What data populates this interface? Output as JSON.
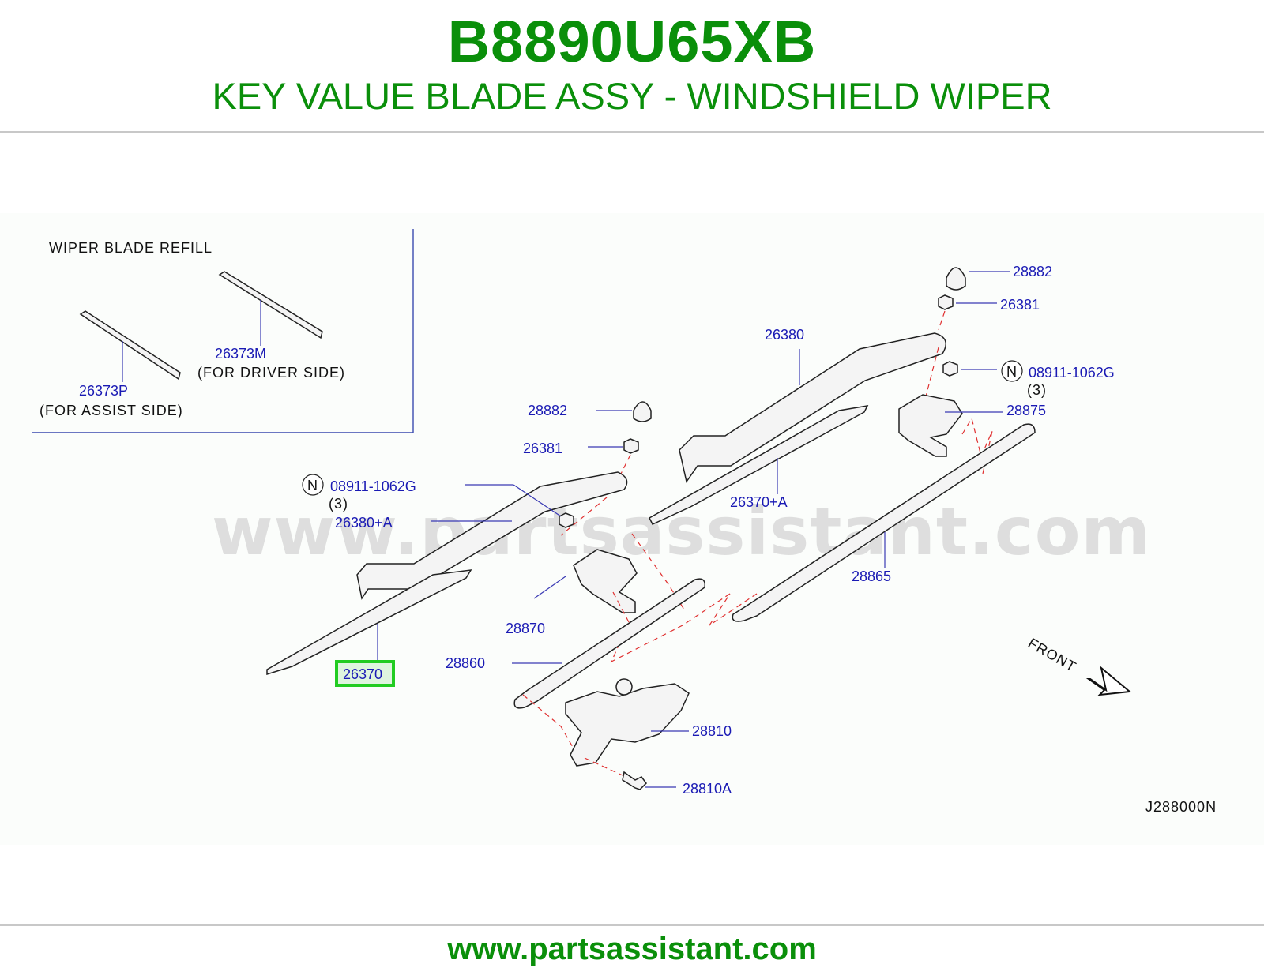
{
  "header": {
    "part_number": "B8890U65XB",
    "title": "KEY VALUE BLADE ASSY - WINDSHIELD WIPER"
  },
  "refill_box": {
    "title": "WIPER BLADE REFILL",
    "driver_part": "26373M",
    "driver_note": "(FOR DRIVER SIDE)",
    "assist_part": "26373P",
    "assist_note": "(FOR ASSIST SIDE)"
  },
  "labels": {
    "l_28882_top": "28882",
    "l_26381_top": "26381",
    "l_26380": "26380",
    "l_n_badge_right": "N",
    "l_08911_right": "08911-1062G",
    "l_qty_right": "(3)",
    "l_28875": "28875",
    "l_28882_mid": "28882",
    "l_26381_mid": "26381",
    "l_26370a": "26370+A",
    "l_n_badge_left": "N",
    "l_08911_left": "08911-1062G",
    "l_qty_left": "(3)",
    "l_26380a": "26380+A",
    "l_28865": "28865",
    "l_28870": "28870",
    "l_28860": "28860",
    "l_26370": "26370",
    "l_28810": "28810",
    "l_28810a": "28810A",
    "l_front": "FRONT",
    "l_diagram_code": "J288000N"
  },
  "watermark": "www.partsassistant.com",
  "footer": {
    "url": "www.partsassistant.com"
  },
  "colors": {
    "brand_green": "#0a8f0a",
    "label_blue": "#1a1ab4",
    "highlight": "#22cc22"
  }
}
